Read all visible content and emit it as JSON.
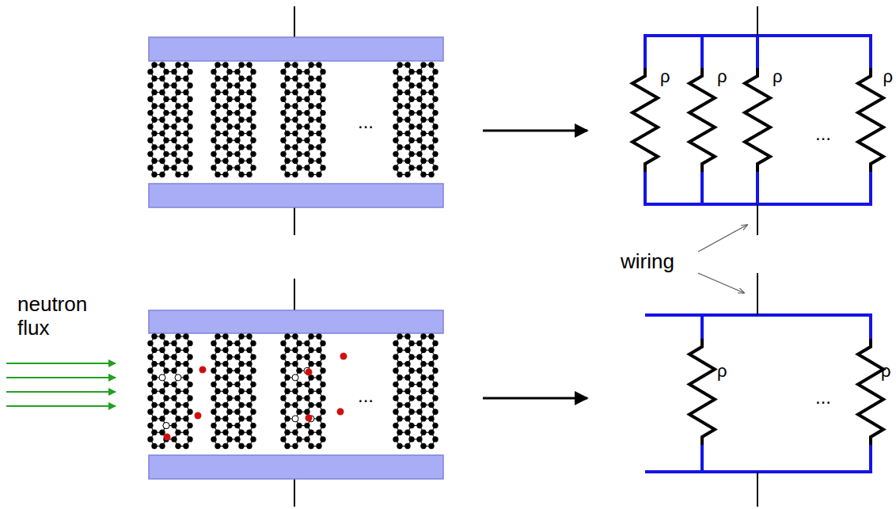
{
  "diagram": {
    "labels": [
      "...",
      "ρ",
      "ρ",
      "ρ",
      "...",
      "ρ",
      "wiring",
      "neutron flux",
      "...",
      "ρ",
      "...",
      "ρ"
    ]
  }
}
